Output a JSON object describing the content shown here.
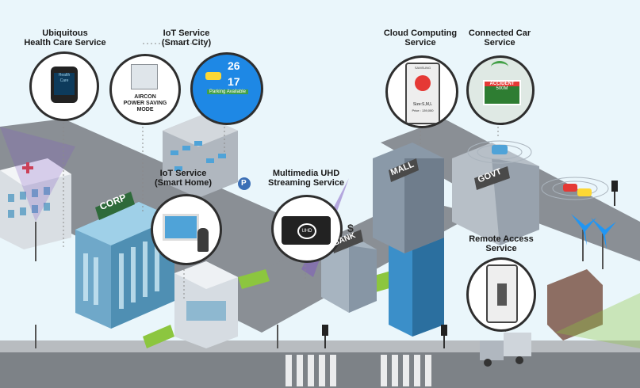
{
  "services": {
    "healthcare": "Ubiquitous\nHealth Care Service",
    "smart_city": "IoT Service\n(Smart City)",
    "smart_home": "IoT Service\n(Smart Home)",
    "multimedia": "Multimedia UHD\nStreaming Service",
    "cloud": "Cloud Computing\nService",
    "connected_car": "Connected Car\nService",
    "remote_access": "Remote Access\nService"
  },
  "bubble_text": {
    "aircon": "AIRCON\nPOWER SAVING\nMODE",
    "parking_num_top": "26",
    "parking_num_bottom": "17",
    "parking_label": "Parking Available",
    "uhd": "UHD",
    "cloud_size": "Size:S,M,L",
    "cloud_price": "Price : 139,000",
    "accident": "ACCIDENT",
    "distance": "500M",
    "phone_brand": "SAMSUNG",
    "watch_text": "Health Care"
  },
  "buildings": {
    "corp": "CORP",
    "mall": "MALL",
    "govt": "GOVT",
    "bank": "BANK",
    "dollar": "$",
    "parking": "P"
  },
  "colors": {
    "sky": "#eaf6fb",
    "road": "#8a8f95",
    "grass": "#8cc63f",
    "building": "#6fa8c9",
    "accent_red": "#e53935"
  }
}
